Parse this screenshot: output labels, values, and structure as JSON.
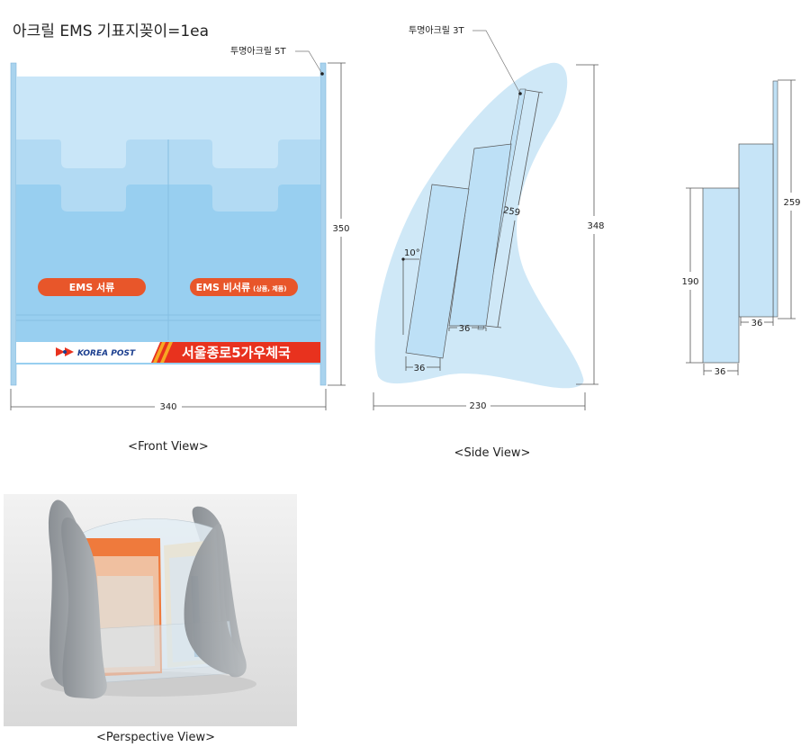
{
  "title": "아크릴 EMS 기표지꽂이=1ea",
  "front_view": {
    "material_note": "투명아크릴 5T",
    "pocket_left_label": "EMS 서류",
    "pocket_right_label": "EMS 비서류",
    "pocket_right_sub": "(상품, 제품)",
    "brand_name": "KOREA POST",
    "branch_name": "서울종로5가우체국",
    "dim_width": "340",
    "dim_height": "350",
    "caption": "<Front View>",
    "colors": {
      "pill": "#e8562a",
      "banner_red": "#e8321e",
      "acrylic": "#bfe0f5"
    }
  },
  "side_view": {
    "material_note": "투명아크릴 3T",
    "dim_angle": "10°",
    "dim_pocket_a": "36",
    "dim_pocket_b": "36",
    "dim_back_height": "259",
    "dim_height": "348",
    "dim_width": "230",
    "caption": "<Side View>"
  },
  "detail_view": {
    "dim_low": "190",
    "dim_high": "259",
    "dim_depth_top": "36",
    "dim_depth_bottom": "36"
  },
  "perspective_view": {
    "caption": "<Perspective View>"
  }
}
